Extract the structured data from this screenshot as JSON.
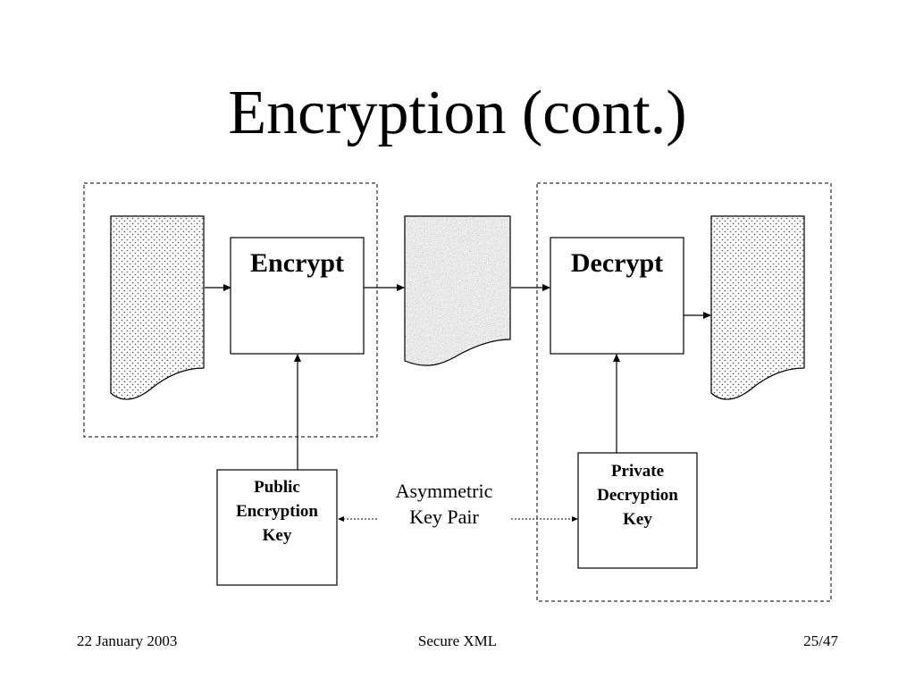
{
  "slide": {
    "title": "Encryption (cont.)",
    "footer_left": "22 January 2003",
    "footer_center": "Secure XML",
    "footer_right": "25/47"
  },
  "diagram": {
    "encrypt_label": "Encrypt",
    "decrypt_label": "Decrypt",
    "public_key_lines": [
      "Public",
      "Encryption",
      "Key"
    ],
    "private_key_lines": [
      "Private",
      "Decryption",
      "Key"
    ],
    "key_pair_lines": [
      "Asymmetric",
      "Key Pair"
    ]
  }
}
